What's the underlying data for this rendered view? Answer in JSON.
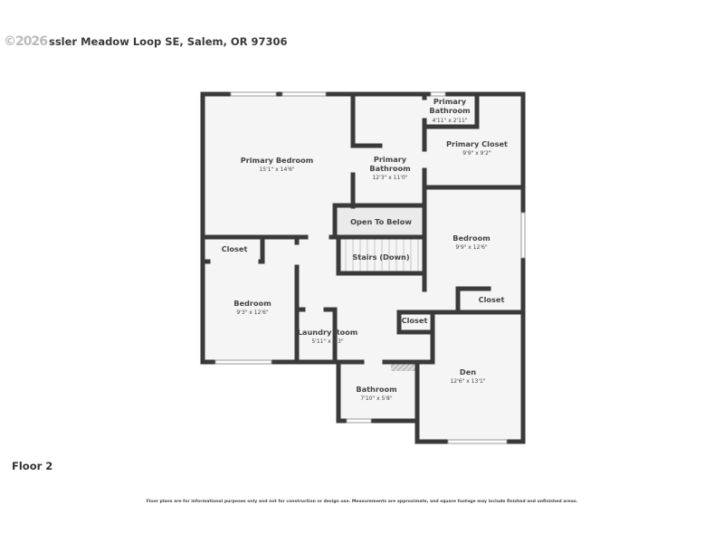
{
  "header": {
    "watermark": "©2026",
    "address": "ssler Meadow Loop SE, Salem, OR 97306"
  },
  "floor_label": "Floor 2",
  "disclaimer": "Floor plans are for informational purposes only and not for construction or design use. Measurements are approximate, and square footage may include finished and unfinished areas.",
  "colors": {
    "wall": "#3a3a3a",
    "room_fill": "#f5f5f5",
    "open_to_below_fill": "#ebebeb"
  },
  "rooms": [
    {
      "name": "Primary Bedroom",
      "dims": "15'1\" x 14'6\""
    },
    {
      "name": "Primary Bathroom",
      "dims": "12'3\" x 11'0\""
    },
    {
      "name": "Primary Bathroom",
      "dims": "4'11\" x 2'11\""
    },
    {
      "name": "Primary Closet",
      "dims": "9'9\" x 9'2\""
    },
    {
      "name": "Open To Below",
      "dims": ""
    },
    {
      "name": "Stairs (Down)",
      "dims": ""
    },
    {
      "name": "Bedroom",
      "dims": "9'9\" x 12'6\""
    },
    {
      "name": "Closet",
      "dims": ""
    },
    {
      "name": "Bedroom",
      "dims": "9'3\" x 12'6\""
    },
    {
      "name": "Laundry Room",
      "dims": "5'11\" x 5'3\""
    },
    {
      "name": "Closet",
      "dims": ""
    },
    {
      "name": "Closet",
      "dims": ""
    },
    {
      "name": "Bathroom",
      "dims": "7'10\" x 5'8\""
    },
    {
      "name": "Den",
      "dims": "12'6\" x 13'1\""
    }
  ]
}
